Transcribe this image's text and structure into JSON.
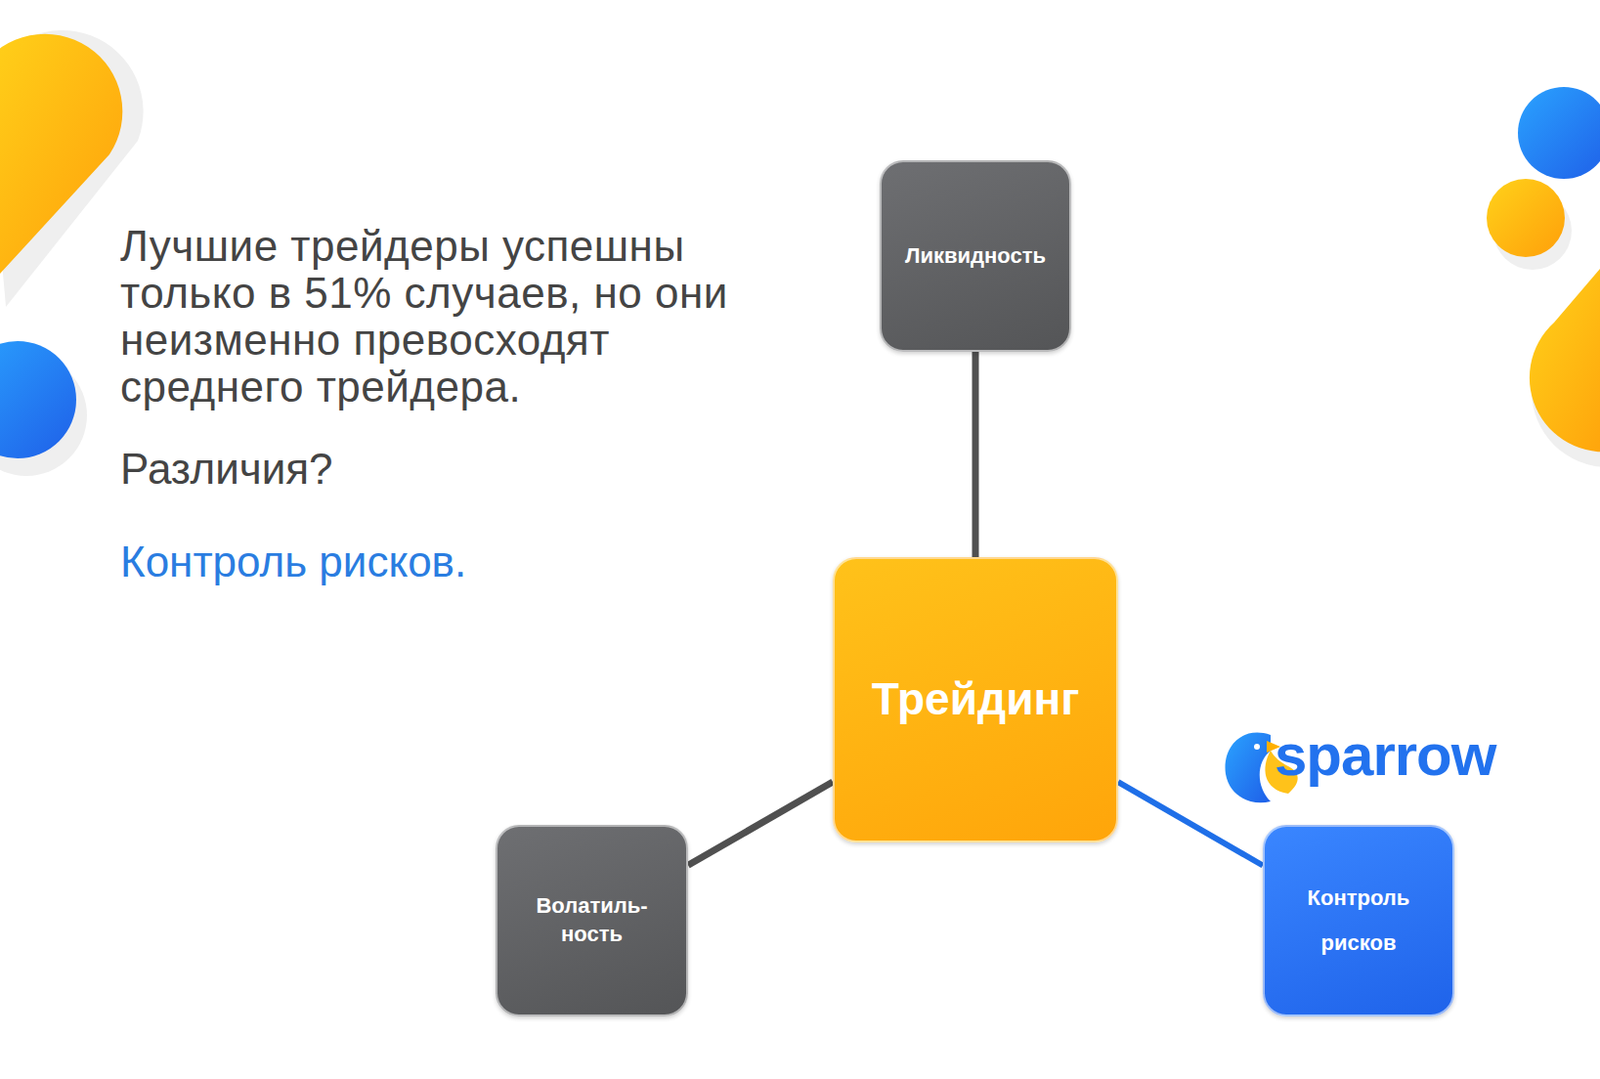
{
  "diagram": {
    "title": "Лучшие трейдеры успешны только в 51% случаев, но они неизменно превосходят среднего трейдера.",
    "nodes": [
      {
        "text": [
          "Ликвидность"
        ]
      },
      {
        "text": [
          "Трейдинг"
        ]
      },
      {
        "text": [
          "Волатиль- ность"
        ]
      },
      {
        "text": [
          "Контроль рисков"
        ]
      }
    ],
    "edges": [
      {
        "from": 1,
        "to": 0,
        "arrow": "none"
      },
      {
        "from": 1,
        "to": 2,
        "arrow": "none"
      },
      {
        "from": 1,
        "to": 3,
        "arrow": "none"
      }
    ],
    "labels": [
      "Различия?",
      "Контроль рисков.",
      "sparrow"
    ]
  }
}
